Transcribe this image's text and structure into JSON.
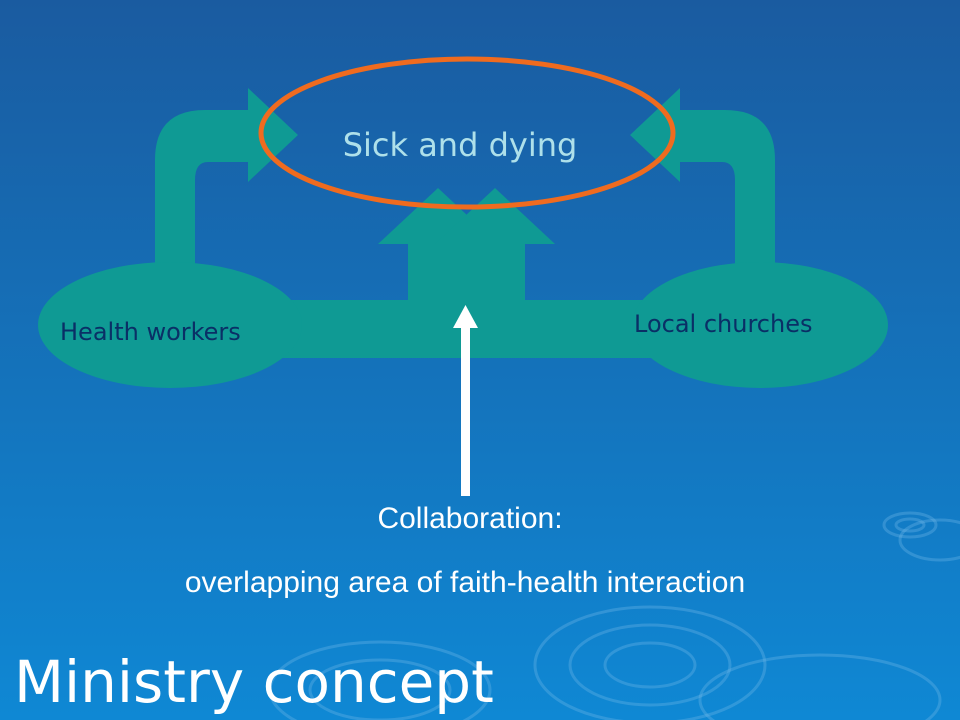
{
  "slide": {
    "title": "Ministry concept"
  },
  "diagram": {
    "target": "Sick and dying",
    "left_group": "Health workers",
    "right_group": "Local churches",
    "caption_heading": "Collaboration:",
    "caption_text": "overlapping area of faith-health interaction"
  },
  "colors": {
    "background_top": "#1a5ba0",
    "background_bottom": "#0f88d4",
    "teal": "#0f9a94",
    "ellipse_outline": "#ef6b1f",
    "target_text": "#aee0ea",
    "group_text": "#0a2f66",
    "caption_text": "#ffffff",
    "collab_arrow": "#ffffff"
  }
}
